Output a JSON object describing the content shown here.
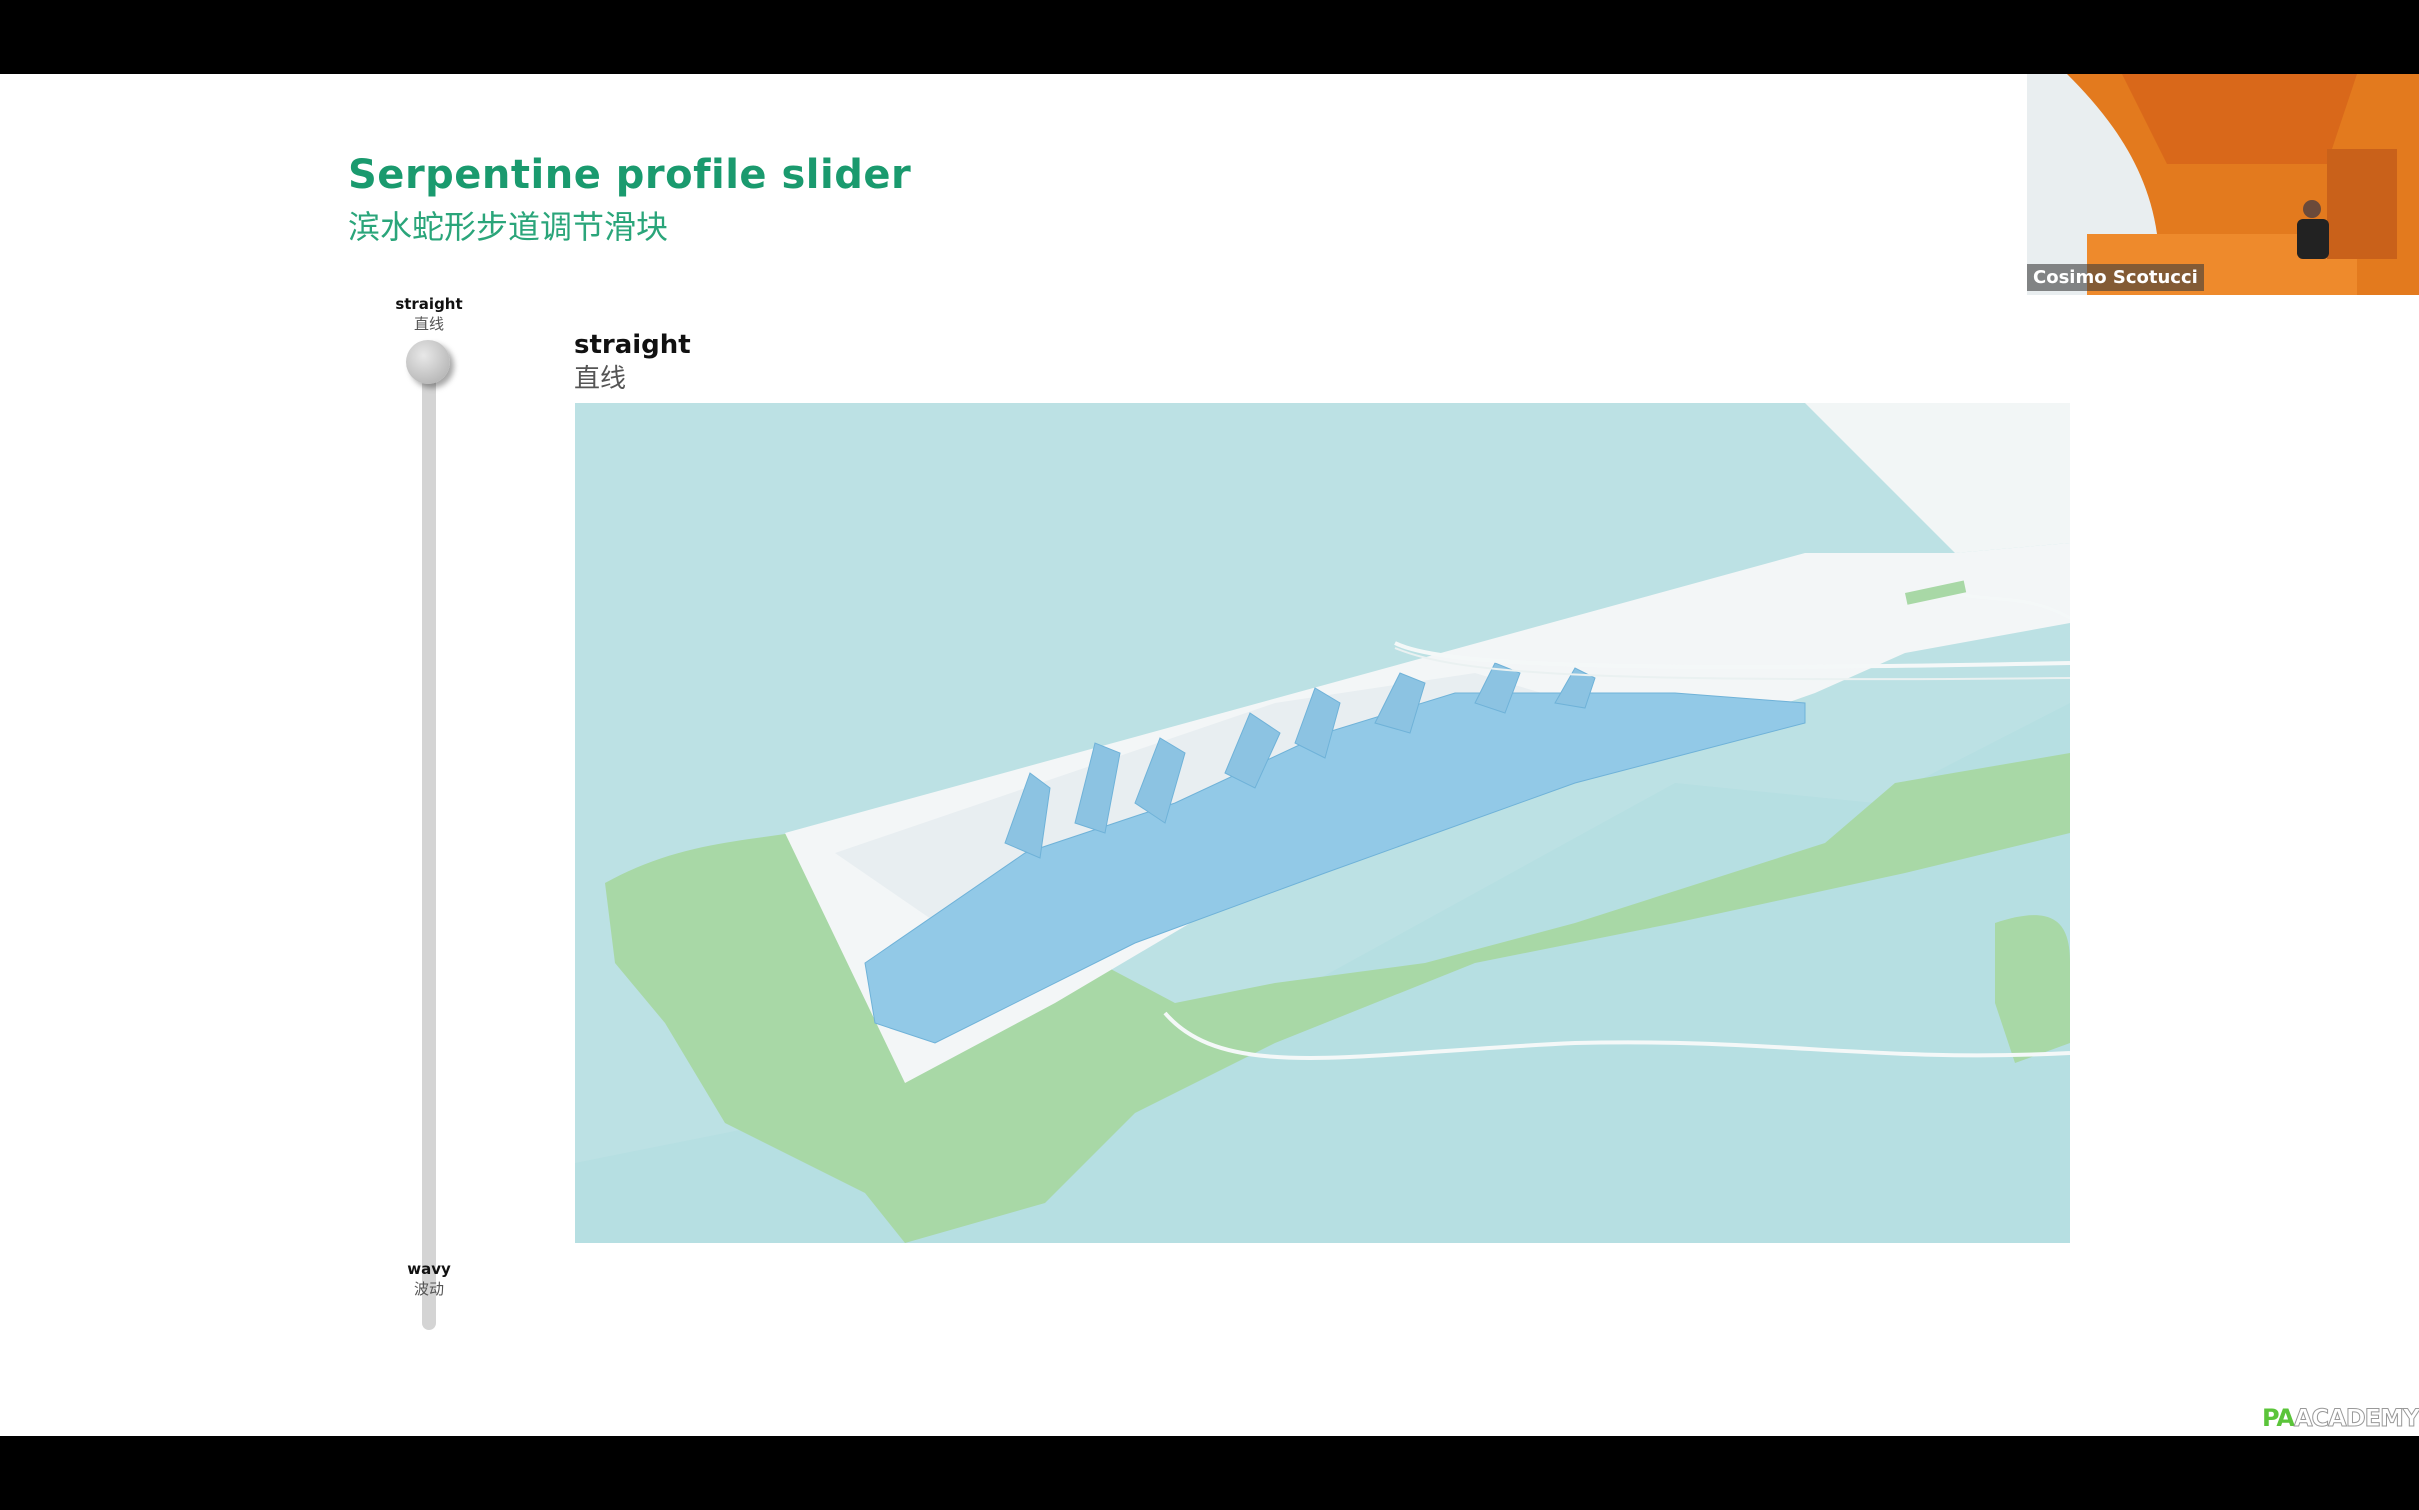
{
  "slide": {
    "title": "Serpentine profile slider",
    "subtitle": "滨水蛇形步道调节滑块",
    "slider": {
      "top_label_en": "straight",
      "top_label_cn": "直线",
      "bottom_label_en": "wavy",
      "bottom_label_cn": "波动",
      "value": 0
    },
    "current_state_en": "straight",
    "current_state_cn": "直线"
  },
  "video": {
    "participant_name": "Cosimo Scotucci"
  },
  "watermark": {
    "logo_pa": "PA",
    "logo_rest": "ACADEMY"
  },
  "colors": {
    "accent": "#1a9a6e",
    "sea": "#b4dde0",
    "land": "#a9d9a8",
    "buildings": "#8fc8e6"
  }
}
